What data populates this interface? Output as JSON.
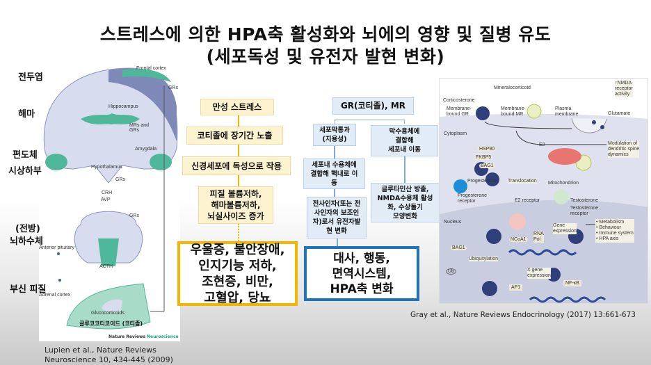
{
  "title": {
    "line1": "스트레스에 의한 HPA축 활성화와 뇌에의 영향 및 질병 유도",
    "line2": "(세포독성 및 유전자 발현 변화)"
  },
  "left_labels": [
    "전두엽",
    "해마",
    "편도체",
    "시상하부",
    "(전방)",
    "뇌하수체",
    "부신 피질"
  ],
  "brain_figure": {
    "labels": {
      "frontal": "Frontal cortex",
      "grs_top": "GRs",
      "hippocampus": "Hippocampus",
      "mrs": "MRs and GRs",
      "amygdala": "Amygdala",
      "hypothalamus": "Hypothalamus",
      "grs_hyp": "GRs",
      "crh": "CRH",
      "avp": "AVP",
      "grs_pit": "GRs",
      "pituitary": "Anterior pituitary",
      "acth": "ACTH",
      "adrenal": "Adrenal cortex",
      "gluco": "Glucocorticoids",
      "gluco_kr": "글루코코티코이드 (코티졸)",
      "brand1": "Nature Reviews",
      "brand2": "Neuroscience"
    },
    "colors": {
      "tissue": "#d8dcef",
      "green": "#4fb89a",
      "dark": "#7e89b8"
    }
  },
  "citation_left": {
    "line1": "Lupien et al., Nature Reviews",
    "line2": "Neuroscience 10, 434-445 (2009)"
  },
  "flow_left": [
    "만성 스트레스",
    "코티졸에 장기간 노출",
    "신경세포에 독성으로 작용",
    "피질 볼륨저하,\n해마볼륨저하,\n뇌실사이즈 증가"
  ],
  "flow_left_result": "우울증, 불안장애,\n인지기능 저하,\n조현증, 비만,\n고혈압, 당뇨",
  "flow_right": {
    "top": "GR(코티졸), MR",
    "a1": "세포막통과\n(지용성)",
    "a2": "세포내 수용체에\n결합해 핵내로 이\n동",
    "a3": "전사인자(또는 전\n사인자의 보조인\n자)로서 유전자발\n현 변화",
    "b1": "막수용체에\n결합해\n세포내 이동",
    "b2": "글루타민산 방출,\nNMDA수용체 활성\n화, 수상돌기\n모양변화",
    "result": "대사, 행동,\n면역시스템,\nHPA축 변화"
  },
  "colors": {
    "yellow_border": "#f3b500",
    "blue_border": "#1e73be",
    "yellow_fill": "#fdf3d0",
    "blue_fill": "#e2ecf6"
  },
  "cell_figure": {
    "labels": {
      "mineralo": "Mineralocorticoid",
      "cortico": "Corticosterone",
      "mgr": "Membrane-\nbound GR",
      "mmr": "Membrane-\nbound MR",
      "plasma": "Plasma\nmembrane",
      "nmda": "↑NMDA\nreceptor\nactivity",
      "glutamate": "Glutamate",
      "cytoplasm": "Cytoplasm",
      "e2": "E2",
      "modulation": "Modulation of\ndendritic spine\ndynamics",
      "hsp90": "HSP90",
      "fkbp5": "FKBP5",
      "bag1": "BAG1",
      "progesterone": "Progesterone",
      "translocation": "Translocation",
      "mito": "Mitochondrion",
      "prog_rec": "Progesterone\nreceptor",
      "e2rec": "E2 receptor",
      "testo": "Testosterone",
      "testo_rec": "Testosterone\nreceptor",
      "nucleus": "Nucleus",
      "gene": "Gene\nexpression",
      "outcomes": "• Metabolism\n• Behaviour\n• Immune system\n• HPA axis",
      "ncoa1": "NCoA1",
      "rnapol": "RNA\nPol",
      "bag1b": "BAG1",
      "ubiq": "Ubiquitylation",
      "ub": "Ub",
      "xgene": "X gene\nexpression",
      "ap1": "AP1",
      "nfkb": "NF-κB"
    }
  },
  "citation_right": "Gray et al., Nature Reviews Endocrinology (2017) 13:661-673"
}
